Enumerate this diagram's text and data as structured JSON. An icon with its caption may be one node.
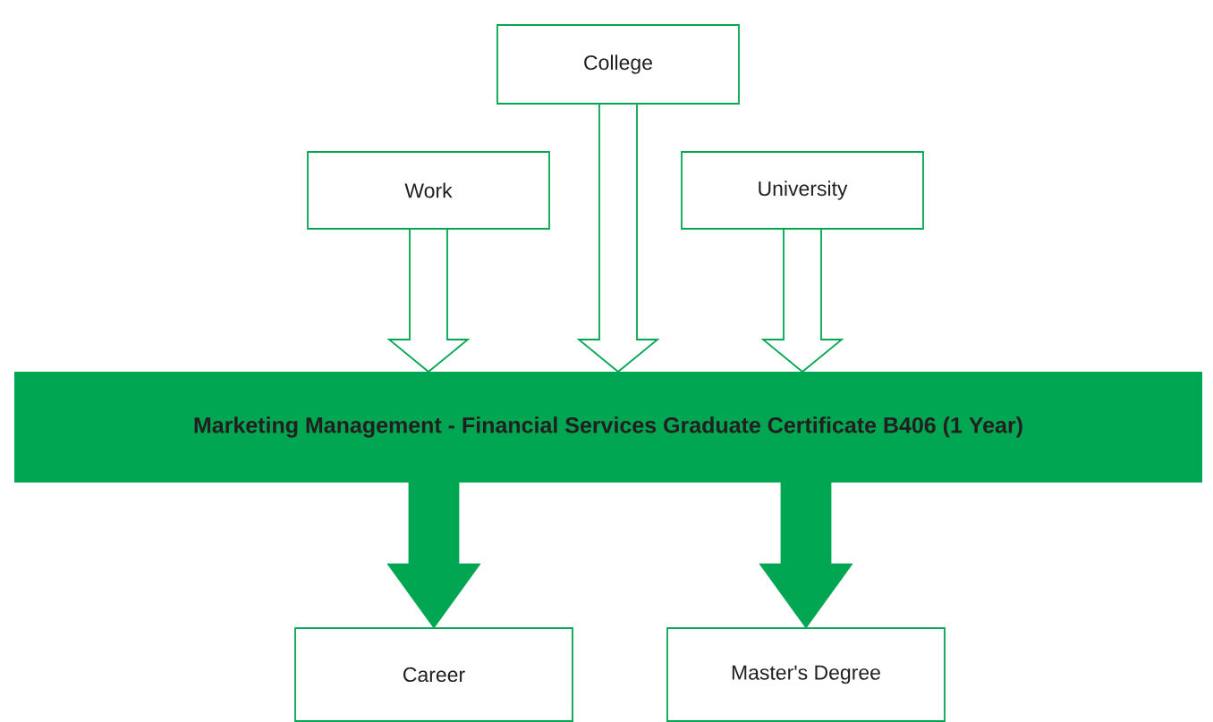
{
  "diagram": {
    "nodes": [
      {
        "text": [
          "College"
        ]
      },
      {
        "text": [
          "Work"
        ]
      },
      {
        "text": [
          "University"
        ]
      },
      {
        "text": [
          "Marketing Management - Financial Services Graduate Certificate B406 (1 Year)"
        ]
      },
      {
        "text": [
          "Career"
        ]
      },
      {
        "text": [
          "Master's Degree"
        ]
      }
    ],
    "edges": [
      {
        "from": 1,
        "to": 3,
        "arrow": "to"
      },
      {
        "from": 0,
        "to": 3,
        "arrow": "to"
      },
      {
        "from": 2,
        "to": 3,
        "arrow": "to"
      },
      {
        "from": 3,
        "to": 4,
        "arrow": "to",
        "style": "thick"
      },
      {
        "from": 3,
        "to": 5,
        "arrow": "to",
        "style": "thick"
      }
    ]
  }
}
